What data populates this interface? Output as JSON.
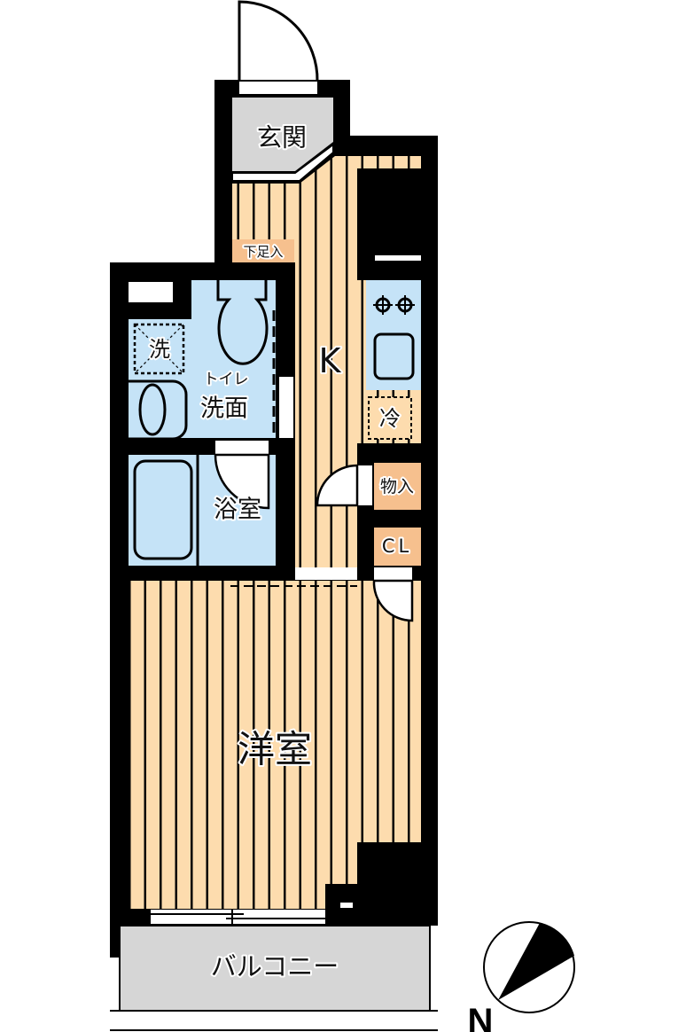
{
  "rooms": {
    "entrance": "玄関",
    "shoe_storage": "下足入",
    "kitchen": "K",
    "washer": "洗",
    "toilet": "トイレ",
    "washroom": "洗面",
    "bathroom": "浴室",
    "fridge": "冷",
    "storage": "物入",
    "closet": "CL",
    "western_room": "洋室",
    "balcony": "バルコニー"
  },
  "compass": {
    "label": "N"
  },
  "colors": {
    "wall": "#000000",
    "wood_floor": "#fddcae",
    "wet_area": "#c5e3f7",
    "entrance_floor": "#d6d6d6",
    "storage_tag": "#f6c08e"
  }
}
